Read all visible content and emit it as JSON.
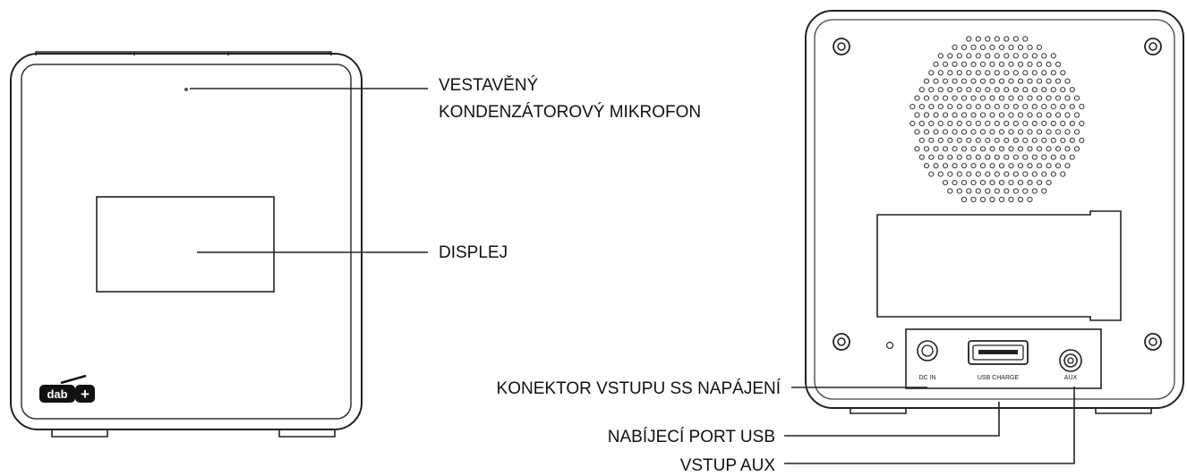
{
  "labels": {
    "mic_line1": "VESTAVĚNÝ",
    "mic_line2": "KONDENZÁTOROVÝ MIKROFON",
    "display": "DISPLEJ",
    "dc_connector": "KONEKTOR VSTUPU SS NAPÁJENÍ",
    "usb_port": "NABÍJECÍ PORT USB",
    "aux_input": "VSTUP AUX"
  },
  "panel": {
    "dc_in": "DC IN",
    "usb_charge": "USB CHARGE",
    "aux": "AUX"
  },
  "logo_text": "dab+",
  "icons": [
    "speaker-grille-icon",
    "screw-icon",
    "dab-logo-icon",
    "usb-port-icon",
    "dc-jack-icon",
    "aux-jack-icon"
  ]
}
